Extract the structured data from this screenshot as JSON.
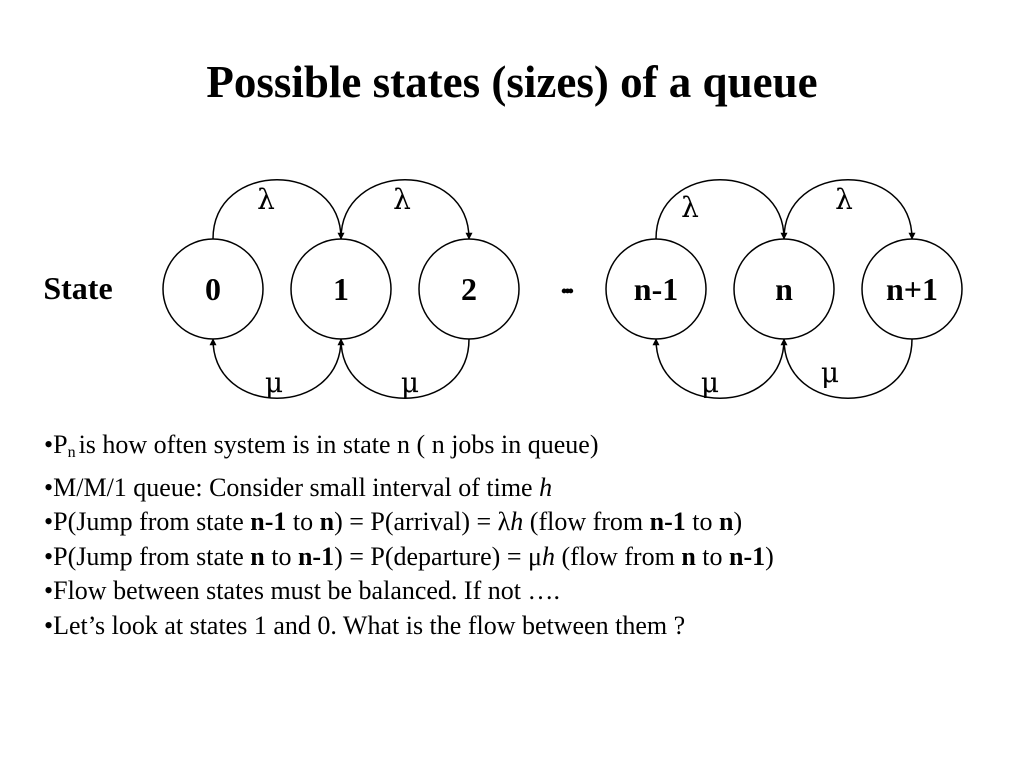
{
  "title": "Possible states (sizes) of a queue",
  "diagram": {
    "row_label": "State",
    "ellipsis": "•••",
    "states": [
      "0",
      "1",
      "2",
      "n-1",
      "n",
      "n+1"
    ],
    "arrival_symbol": "λ",
    "departure_symbol": "μ"
  },
  "bullets": {
    "b1": {
      "prefix": "•P",
      "sub": "n",
      "rest": "is how often system is in state n ( n jobs in queue)"
    },
    "b2": {
      "text": "•M/M/1 queue: Consider small interval of time ",
      "italic": "h"
    },
    "b3": {
      "t1": "•P(Jump from state ",
      "b1": "n-1",
      "t2": " to ",
      "b2": "n",
      "t3": ") = P(arrival) = λ",
      "i1": "h",
      "t4": " (flow from ",
      "b3": "n-1",
      "t5": " to ",
      "b4": "n",
      "t6": ")"
    },
    "b4": {
      "t1": "•P(Jump from state ",
      "b1": "n",
      "t2": " to ",
      "b2": "n-1",
      "t3": ") = P(departure) = μ",
      "i1": "h",
      "t4": " (flow from ",
      "b3": "n",
      "t5": " to ",
      "b4": "n-1",
      "t6": ")"
    },
    "b5": {
      "text": "•Flow between states must be balanced. If not …."
    },
    "b6": {
      "text": "•Let’s look at states 1 and 0. What is the flow between them ?"
    }
  }
}
